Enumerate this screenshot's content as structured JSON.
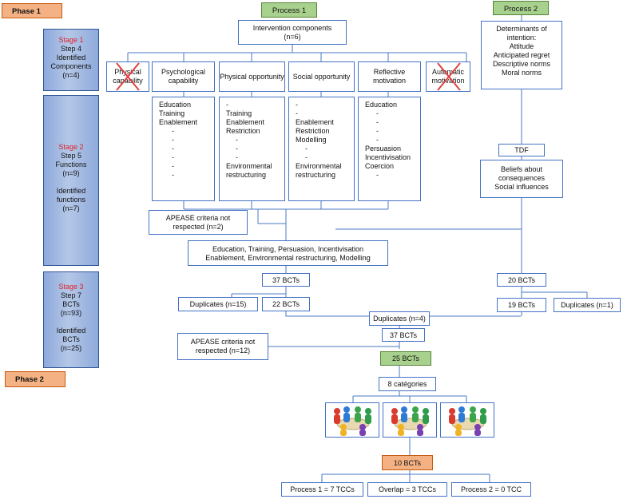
{
  "phases": {
    "phase1": "Phase 1",
    "phase2": "Phase 2"
  },
  "processes": {
    "process1": "Process 1",
    "process2": "Process 2"
  },
  "stages": [
    {
      "title": "Stage 1",
      "lines": [
        "Step 4",
        "Identified",
        "Components",
        "(n=4)"
      ]
    },
    {
      "title": "Stage 2",
      "lines": [
        "Step 5",
        "Functions",
        "(n=9)",
        "",
        "Identified",
        "functions",
        "(n=7)"
      ]
    },
    {
      "title": "Stage 3",
      "lines": [
        "Step 7",
        "BCTs",
        "(n=93)",
        "",
        "Identified",
        "BCTs",
        "(n=25)"
      ]
    }
  ],
  "intervention_components": [
    "Intervention components",
    "(n=6)"
  ],
  "components": [
    {
      "label": "Physical capability",
      "crossed": true
    },
    {
      "label": "Psychological capability",
      "crossed": false
    },
    {
      "label": "Physical opportunity",
      "crossed": false
    },
    {
      "label": "Social opportunity",
      "crossed": false
    },
    {
      "label": "Reflective motivation",
      "crossed": false
    },
    {
      "label": "Automatic motivation",
      "crossed": true
    }
  ],
  "functions": [
    [
      "Education",
      "Training",
      "Enablement",
      "-",
      "-",
      "-",
      "-",
      "-",
      "-"
    ],
    [
      "-",
      "Training",
      "Enablement",
      "Restriction",
      "-",
      "-",
      "-",
      "Environmental",
      "restructuring"
    ],
    [
      "-",
      "-",
      "Enablement",
      "Restriction",
      "Modelling",
      "-",
      "-",
      "Environmental",
      "restructuring"
    ],
    [
      "Education",
      "-",
      "-",
      "-",
      "-",
      "Persuasion",
      "Incentivisation",
      "Coercion",
      "-"
    ]
  ],
  "determinants": [
    "Determinants of",
    "intention:",
    "Attitude",
    "Anticipated regret",
    "Descriptive norms",
    "Moral norms"
  ],
  "tdf": "TDF",
  "beliefs": [
    "Beliefs about",
    "consequences",
    "Social influences"
  ],
  "apease1": [
    "APEASE criteria not",
    "respected (n=2)"
  ],
  "selected_functions": [
    "Education, Training, Persuasion, Incentivisation",
    "Enablement, Environmental restructuring, Modelling"
  ],
  "bcts_37_top": "37 BCTs",
  "duplicates_15": "Duplicates (n=15)",
  "bcts_22": "22 BCTs",
  "bcts_20": "20 BCTs",
  "bcts_19": "19 BCTs",
  "duplicates_1": "Duplicates (n=1)",
  "duplicates_4": "Duplicates (n=4)",
  "bcts_37_mid": "37 BCTs",
  "apease2": [
    "APEASE criteria not",
    "respected (n=12)"
  ],
  "bcts_25": "25 BCTs",
  "categories": "8 catégories",
  "bcts_10": "10 BCTs",
  "results": [
    "Process 1 = 7 TCCs",
    "Overlap = 3 TCCs",
    "Process 2 = 0 TCC"
  ],
  "colors": {
    "box_border": "#4472c4",
    "green": "#a9d18e",
    "orange": "#f4b183",
    "stage_red": "#e0202a"
  }
}
